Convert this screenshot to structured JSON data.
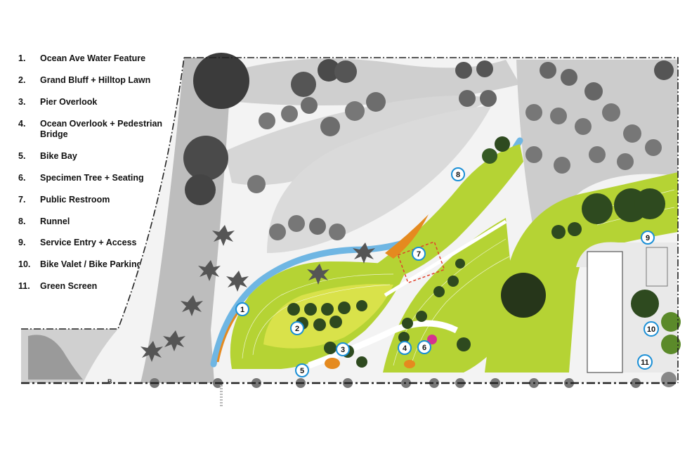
{
  "legend": [
    {
      "num": "1.",
      "label": "Ocean Ave Water Feature"
    },
    {
      "num": "2.",
      "label": "Grand Bluff + Hilltop Lawn"
    },
    {
      "num": "3.",
      "label": "Pier Overlook"
    },
    {
      "num": "4.",
      "label": "Ocean Overlook + Pedestrian Bridge"
    },
    {
      "num": "5.",
      "label": "Bike Bay"
    },
    {
      "num": "6.",
      "label": "Specimen Tree + Seating"
    },
    {
      "num": "7.",
      "label": "Public Restroom"
    },
    {
      "num": "8.",
      "label": "Runnel"
    },
    {
      "num": "9.",
      "label": "Service Entry + Access"
    },
    {
      "num": "10.",
      "label": "Bike Valet / Bike Parking"
    },
    {
      "num": "11.",
      "label": "Green Screen"
    }
  ],
  "markers": [
    "1",
    "2",
    "3",
    "4",
    "5",
    "6",
    "7",
    "8",
    "9",
    "10",
    "11"
  ],
  "plan_label": "B",
  "colors": {
    "lawn_green": "#b5d334",
    "yellow_green": "#d9e24a",
    "water_blue": "#6fb6e3",
    "hardscape_gray": "#cfcfcf",
    "tree_dark": "#3b3b3b",
    "tree_green": "#2e4a1f",
    "badge_blue": "#1a8fd6",
    "accent_orange": "#e58a1f",
    "accent_magenta": "#d6328f",
    "restroom_red": "#e0412a"
  }
}
